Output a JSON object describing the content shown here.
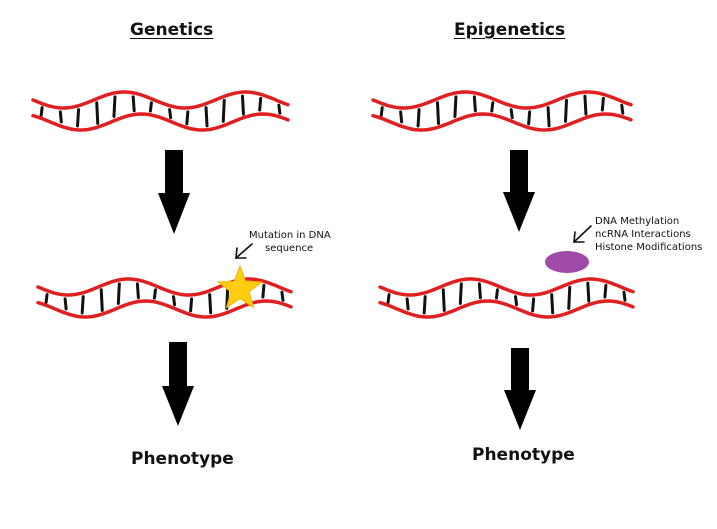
{
  "genetics": {
    "heading": "Genetics",
    "annotation_line1": "Mutation in DNA",
    "annotation_line2": "sequence",
    "phenotype": "Phenotype"
  },
  "epigenetics": {
    "heading": "Epigenetics",
    "annotation_lines": [
      "DNA Methylation",
      "ncRNA Interactions",
      "Histone Modifications"
    ],
    "phenotype": "Phenotype"
  },
  "colors": {
    "dna_strand": "#e02020",
    "base_pair": "#111111",
    "arrow": "#000000",
    "mutation_star": "#ffcc11",
    "epigenetic_mark": "#a04aa8"
  }
}
